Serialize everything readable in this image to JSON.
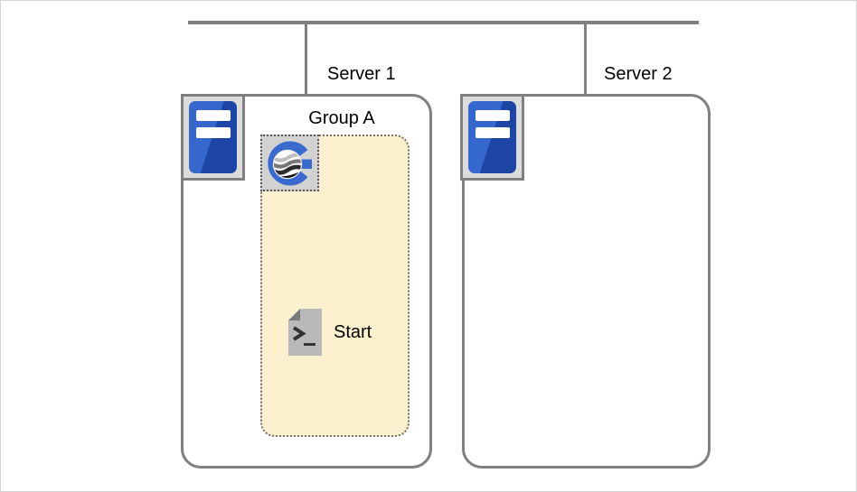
{
  "diagram": {
    "type": "deployment-diagram",
    "network": {
      "bus": "horizontal-network-bus",
      "connector_color": "#808080"
    },
    "servers": [
      {
        "label": "Server 1",
        "icon": "server-tower-icon",
        "group": {
          "label": "Group A",
          "app_icon": "genesys-g-icon",
          "items": [
            {
              "label": "Start",
              "icon": "script-file-icon"
            }
          ]
        }
      },
      {
        "label": "Server 2",
        "icon": "server-tower-icon",
        "group": null
      }
    ]
  },
  "colors": {
    "connector_gray": "#808080",
    "node_border": "#808080",
    "node_fill": "#ffffff",
    "icon_tile_fill": "#dcdcdc",
    "server_blue": "#3567cd",
    "server_blue_dark": "#1d45a6",
    "group_fill": "#fbf1ce",
    "group_border": "#6e6e6e",
    "logo_blue": "#3b6ace",
    "doc_body_gray": "#b9b9b9",
    "doc_fold_gray": "#7a7a7a",
    "glyph_dark": "#333333",
    "label_text": "#000000"
  }
}
